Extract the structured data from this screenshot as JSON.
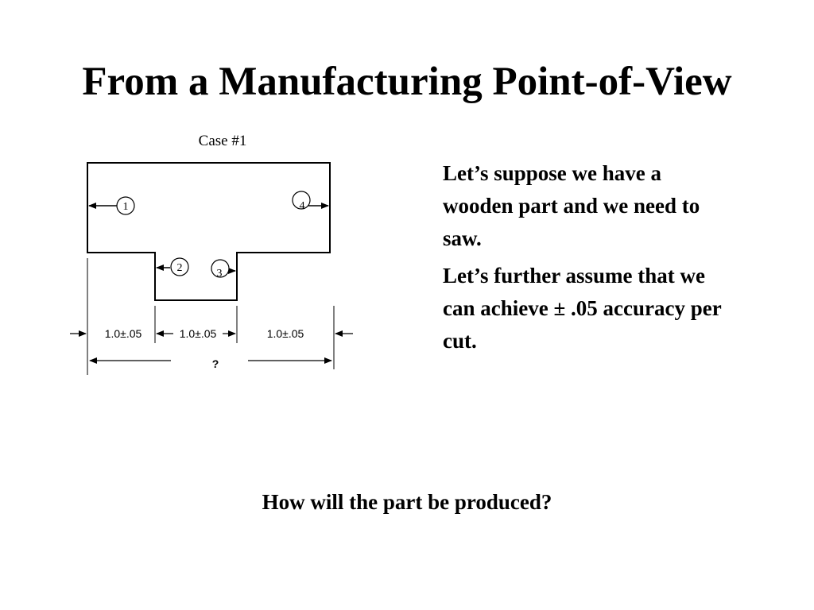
{
  "slide": {
    "title": "From a Manufacturing Point-of-View",
    "question": "How will the part be produced?"
  },
  "diagram": {
    "case_label": "Case #1",
    "cut_numbers": [
      "1",
      "2",
      "3",
      "4"
    ],
    "dimensions": [
      "1.0±.05",
      "1.0±.05",
      "1.0±.05"
    ],
    "overall_dimension": "?"
  },
  "text": {
    "paragraph_1": "Let’s suppose we have a wooden part and we need to saw.",
    "paragraph_2": "Let’s further assume that we can achieve ± .05 accuracy per cut."
  }
}
